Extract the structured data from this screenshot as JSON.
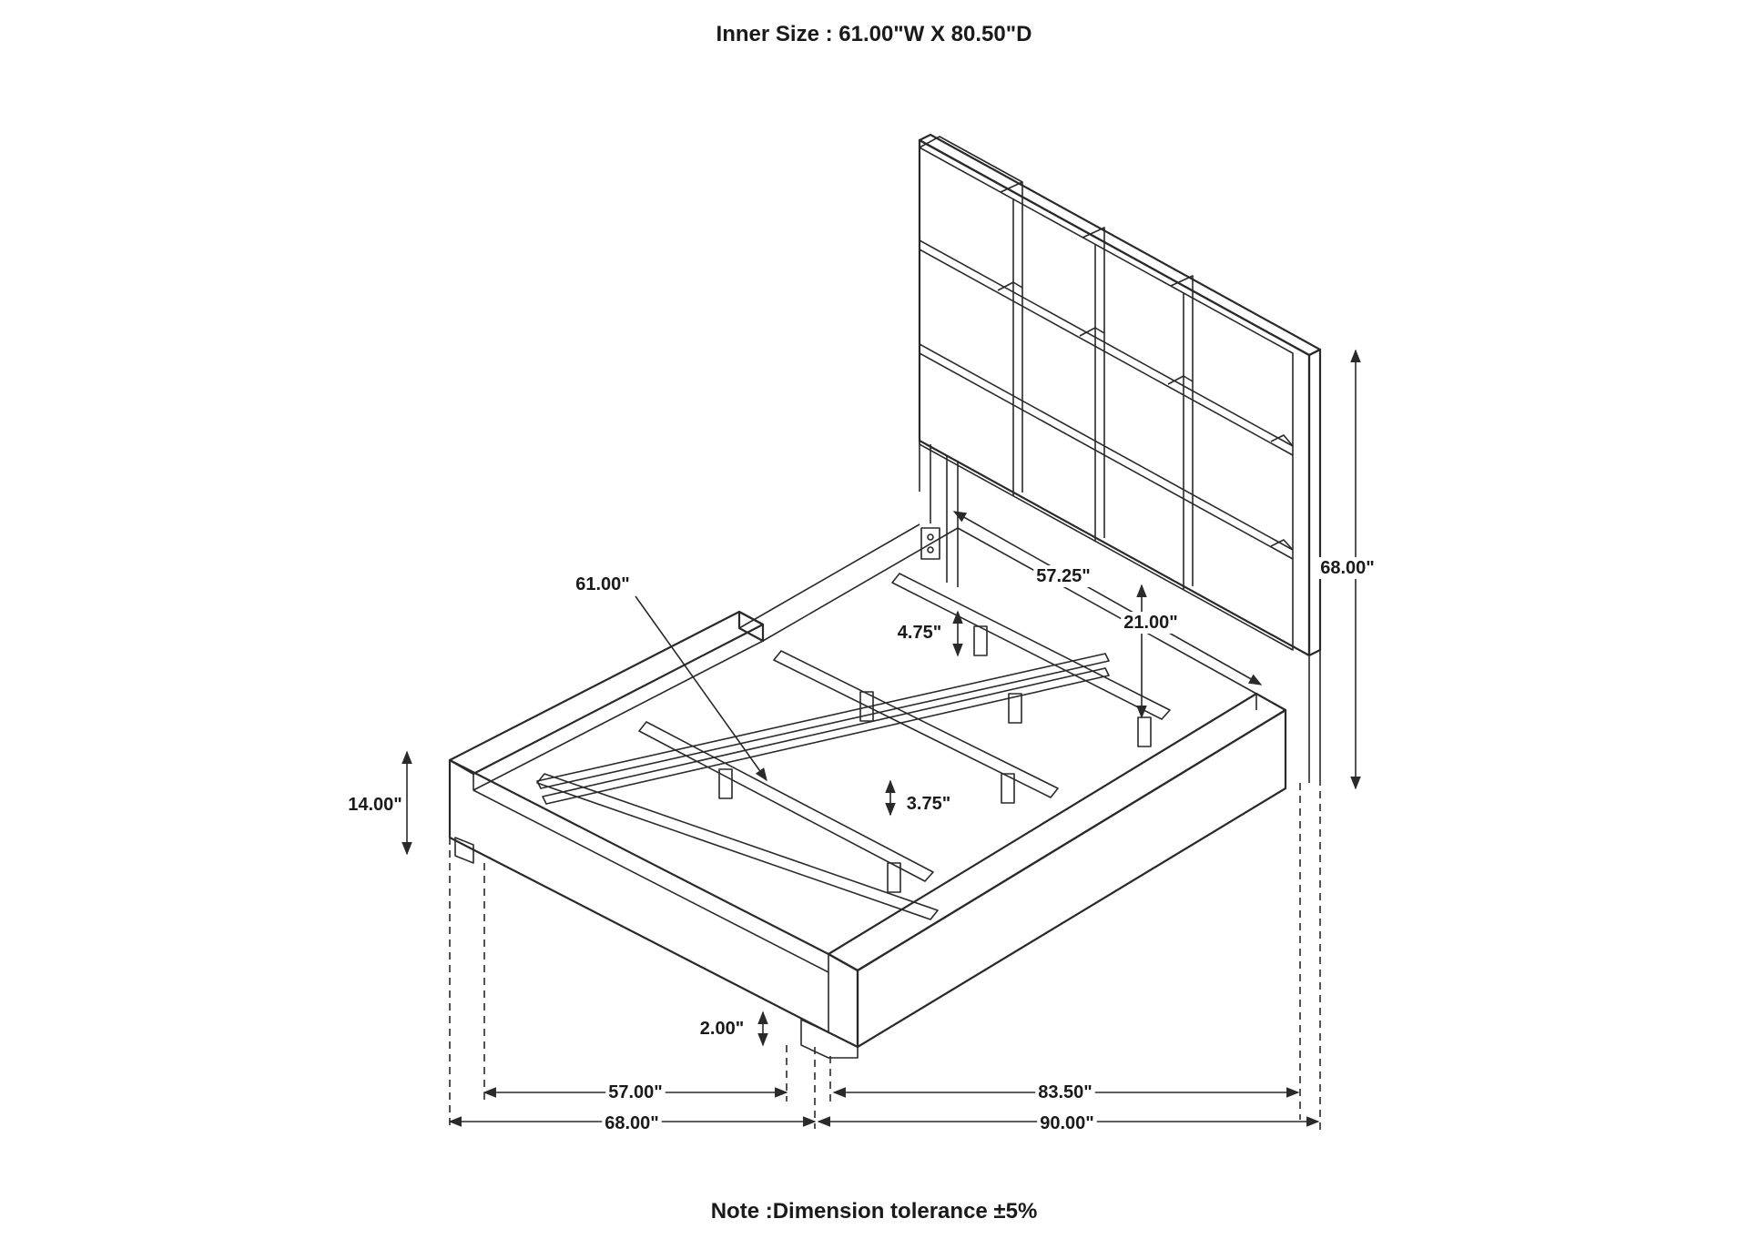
{
  "title": "Inner Size : 61.00\"W X 80.50\"D",
  "note": "Note :Dimension tolerance ±5%",
  "dimensions": {
    "headboard_height": "68.00\"",
    "headboard_inner_width": "57.25\"",
    "headboard_panel_height": "21.00\"",
    "inner_width_diagonal": "61.00\"",
    "slat_leg_height_back": "4.75\"",
    "slat_leg_height_center": "3.75\"",
    "bed_height": "14.00\"",
    "foot_height": "2.00\"",
    "leg_span_width": "57.00\"",
    "overall_width": "68.00\"",
    "leg_span_length": "83.50\"",
    "overall_length": "90.00\""
  }
}
